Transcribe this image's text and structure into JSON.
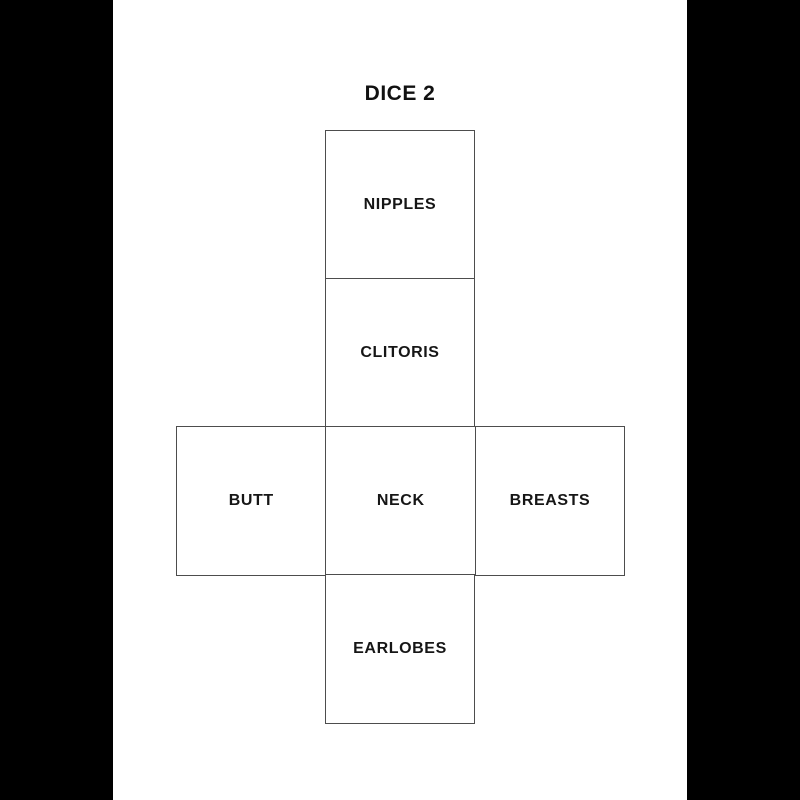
{
  "title": "DICE 2",
  "dice_net": {
    "faces": [
      {
        "position": "top",
        "label": "NIPPLES"
      },
      {
        "position": "upper-middle",
        "label": "CLITORIS"
      },
      {
        "position": "middle-left",
        "label": "BUTT"
      },
      {
        "position": "middle-center",
        "label": "NECK"
      },
      {
        "position": "middle-right",
        "label": "BREASTS"
      },
      {
        "position": "bottom",
        "label": "EARLOBES"
      }
    ]
  },
  "colors": {
    "letterbox": "#000000",
    "page_background": "#ffffff",
    "face_border": "#4d4d4d",
    "text": "#161616"
  }
}
